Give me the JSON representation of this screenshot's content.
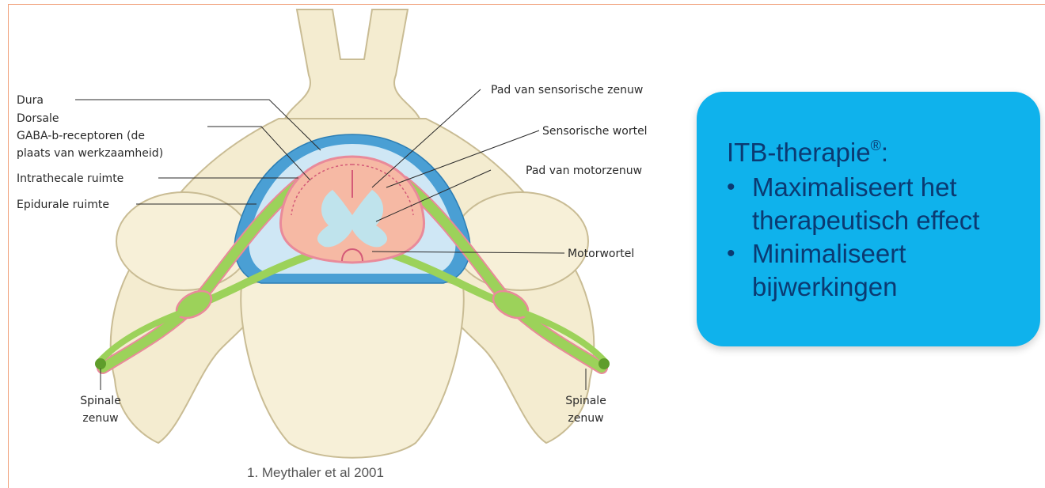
{
  "diagram": {
    "labels": {
      "dura": "Dura",
      "dorsal_line1": "Dorsale",
      "dorsal_line2": "GABA-b-receptoren (de",
      "dorsal_line3": "plaats van werkzaamheid)",
      "intrathecal": "Intrathecale ruimte",
      "epidural": "Epidurale ruimte",
      "sensory_path": "Pad van sensorische zenuw",
      "sensory_root": "Sensorische wortel",
      "motor_path": "Pad van motorzenuw",
      "motor_root": "Motorwortel",
      "spinal_nerve_left_1": "Spinale",
      "spinal_nerve_left_2": "zenuw",
      "spinal_nerve_right_1": "Spinale",
      "spinal_nerve_right_2": "zenuw"
    },
    "colors": {
      "bone": "#f4ecd0",
      "bone_outline": "#c9bc94",
      "nerve": "#9cd25a",
      "cord": "#f6b9a4",
      "grey_matter": "#bfe3ec",
      "fat": "#4a9fd4",
      "membrane": "#e98a9a"
    }
  },
  "citation": "1. Meythaler et al 2001",
  "callout": {
    "title": "ITB-therapie",
    "title_mark": "®",
    "title_suffix": ":",
    "bullets": [
      "Maximaliseert het therapeutisch effect",
      "Minimaliseert bijwerkingen"
    ],
    "bullet_glyph": "•",
    "background": "#0fb2ec",
    "text_color": "#0b3a72"
  },
  "accent_border": "#f0a07a"
}
